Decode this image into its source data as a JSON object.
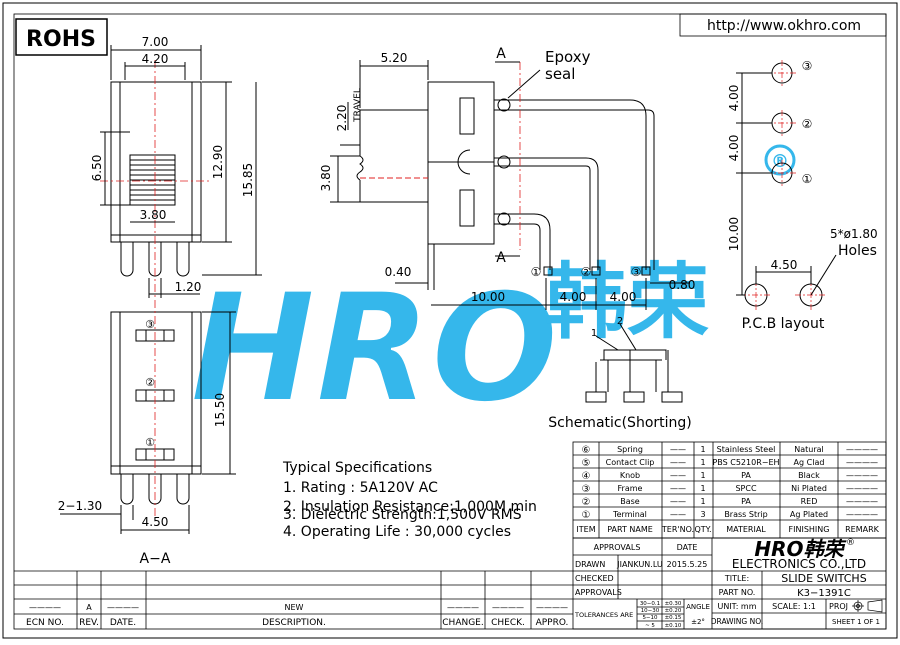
{
  "header": {
    "rohs": "ROHS",
    "website": "http://www.okhro.com"
  },
  "watermark": {
    "letters": "HRO",
    "chinese": "韩荣",
    "registered": "®"
  },
  "front_view": {
    "dim_700": "7.00",
    "dim_420": "4.20",
    "dim_650": "6.50",
    "dim_380": "3.80",
    "dim_1290": "12.90",
    "dim_1585": "15.85",
    "dim_120": "1.20"
  },
  "side_view": {
    "dim_520": "5.20",
    "dim_220": "2.20",
    "travel": "TRAVEL",
    "dim_380": "3.80",
    "dim_040": "0.40",
    "dim_1000": "10.00",
    "dim_400a": "4.00",
    "dim_400b": "4.00",
    "dim_080": "0.80",
    "section_a_top": "A",
    "section_a_bottom": "A",
    "epoxy_line1": "Epoxy",
    "epoxy_line2": "seal",
    "pin1": "①",
    "pin2": "②",
    "pin3": "③"
  },
  "pcb_layout": {
    "dim_400a": "4.00",
    "dim_400b": "4.00",
    "dim_1000": "10.00",
    "dim_450": "4.50",
    "holes_line1": "5*ø1.80",
    "holes_line2": "Holes",
    "caption": "P.C.B layout",
    "hole1": "①",
    "hole2": "②",
    "hole3": "③"
  },
  "schematic": {
    "n1": "1",
    "n2": "2",
    "caption": "Schematic(Shorting)"
  },
  "section_view": {
    "label1": "①",
    "label2": "②",
    "label3": "③",
    "dim_1550": "15.50",
    "dim_130": "2−1.30",
    "dim_450": "4.50",
    "caption": "A−A"
  },
  "specs": {
    "title": "Typical Specifications",
    "items": [
      "1. Rating : 5A120V AC",
      "2. Insulation Resistance:1,000M min",
      "3. Dielectric Strength:1,500V RMS",
      "4. Operating Life : 30,000 cycles"
    ]
  },
  "bom": {
    "headers": [
      "ITEM",
      "PART NAME",
      "TER'NO.",
      "QTY.",
      "MATERIAL",
      "FINISHING",
      "REMARK"
    ],
    "rows": [
      {
        "item": "⑥",
        "name": "Spring",
        "ter": "——",
        "qty": "1",
        "material": "Stainless Steel",
        "finish": "Natural",
        "remark": "————"
      },
      {
        "item": "⑤",
        "name": "Contact Clip",
        "ter": "——",
        "qty": "1",
        "material": "PBS C5210R−EH",
        "finish": "Ag Clad",
        "remark": "————"
      },
      {
        "item": "④",
        "name": "Knob",
        "ter": "——",
        "qty": "1",
        "material": "PA",
        "finish": "Black",
        "remark": "————"
      },
      {
        "item": "③",
        "name": "Frame",
        "ter": "——",
        "qty": "1",
        "material": "SPCC",
        "finish": "Ni Plated",
        "remark": "————"
      },
      {
        "item": "②",
        "name": "Base",
        "ter": "——",
        "qty": "1",
        "material": "PA",
        "finish": "RED",
        "remark": "————"
      },
      {
        "item": "①",
        "name": "Terminal",
        "ter": "——",
        "qty": "3",
        "material": "Brass Strip",
        "finish": "Ag Plated",
        "remark": "————"
      }
    ]
  },
  "title_block": {
    "approvals": "APPROVALS",
    "date": "DATE",
    "drawn": "DRAWN",
    "drawn_by": "JIANKUN.LU",
    "drawn_date": "2015.5.25",
    "checked": "CHECKED",
    "approvals2": "APPROVALS",
    "company_logo": "HRO韩荣",
    "company_registered": "®",
    "company": "ELECTRONICS CO.,LTD",
    "title_label": "TITLE:",
    "title": "SLIDE SWITCHS",
    "part_label": "PART NO.",
    "part_no": "K3−1391C",
    "tolerances": "TOLERANCES ARE",
    "tol_r1a": "30−0.1",
    "tol_r1b": "±0.30",
    "tol_r2a": "10−30",
    "tol_r2b": "±0.20",
    "tol_r3a": "5−10",
    "tol_r3b": "±0.15",
    "tol_r4a": "~ 5",
    "tol_r4b": "±0.10",
    "angle": "ANGLE",
    "angle_val": "±2°",
    "unit": "UNIT: mm",
    "scale": "SCALE: 1:1",
    "proj": "PROJ",
    "drawing_no": "DRAWING NO.",
    "sheet": "SHEET 1 OF 1"
  },
  "revision": {
    "row_dash1": "————",
    "row_rev": "A",
    "row_dash2": "————",
    "row_desc": "NEW",
    "row_dash3": "————",
    "row_dash4": "————",
    "row_dash5": "————",
    "ecn": "ECN NO.",
    "rev": "REV.",
    "date": "DATE.",
    "description": "DESCRIPTION.",
    "change": "CHANGE.",
    "check": "CHECK.",
    "appro": "APPRO."
  }
}
